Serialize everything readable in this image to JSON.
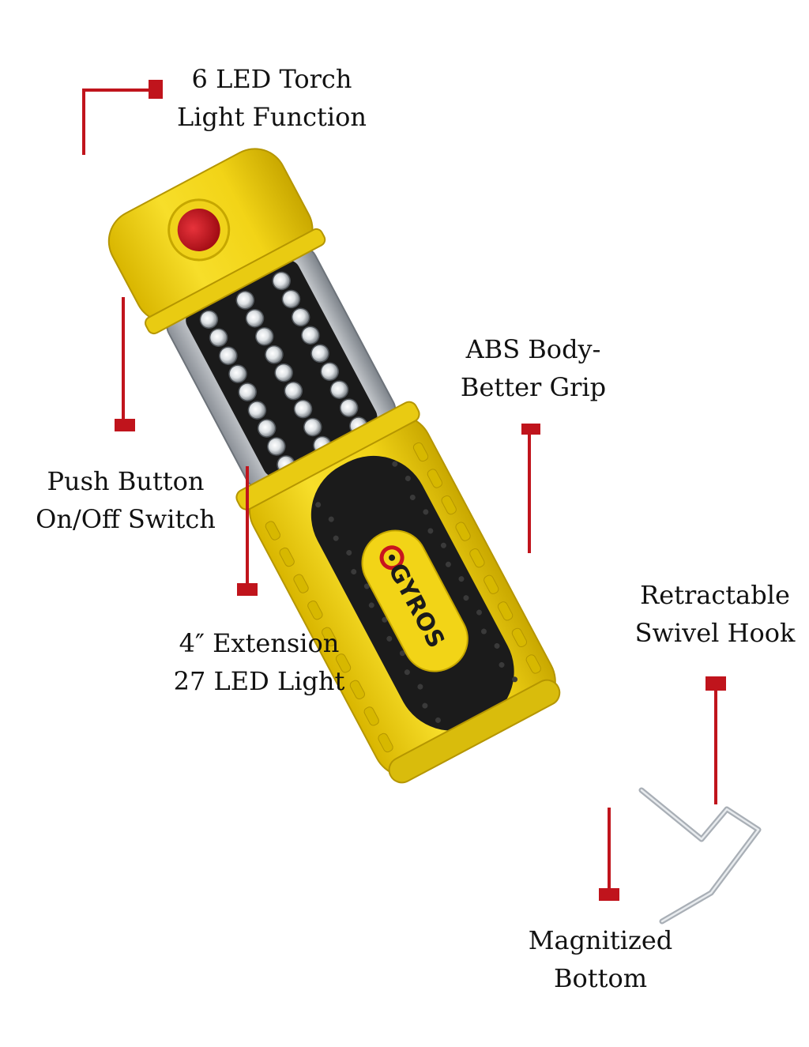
{
  "image": {
    "subject": "GYROS LED work light with retractable hook",
    "brand_logo_text": "GYROS",
    "colors": {
      "body_yellow": "#f2d417",
      "grip_black": "#1b1b1b",
      "button_red": "#c8141e",
      "callout_red": "#c0141c",
      "hook_steel": "#a9afb6"
    }
  },
  "callouts": {
    "torch": {
      "line1": "6 LED Torch",
      "line2": "Light Function"
    },
    "push": {
      "line1": "Push Button",
      "line2": "On/Off Switch"
    },
    "abs": {
      "line1": "ABS Body-",
      "line2": "Better Grip"
    },
    "ext": {
      "line1": "4″ Extension",
      "line2": "27 LED Light"
    },
    "swivel": {
      "line1": "Retractable",
      "line2": "Swivel Hook"
    },
    "magnet": {
      "line1": "Magnitized",
      "line2": "Bottom"
    }
  }
}
